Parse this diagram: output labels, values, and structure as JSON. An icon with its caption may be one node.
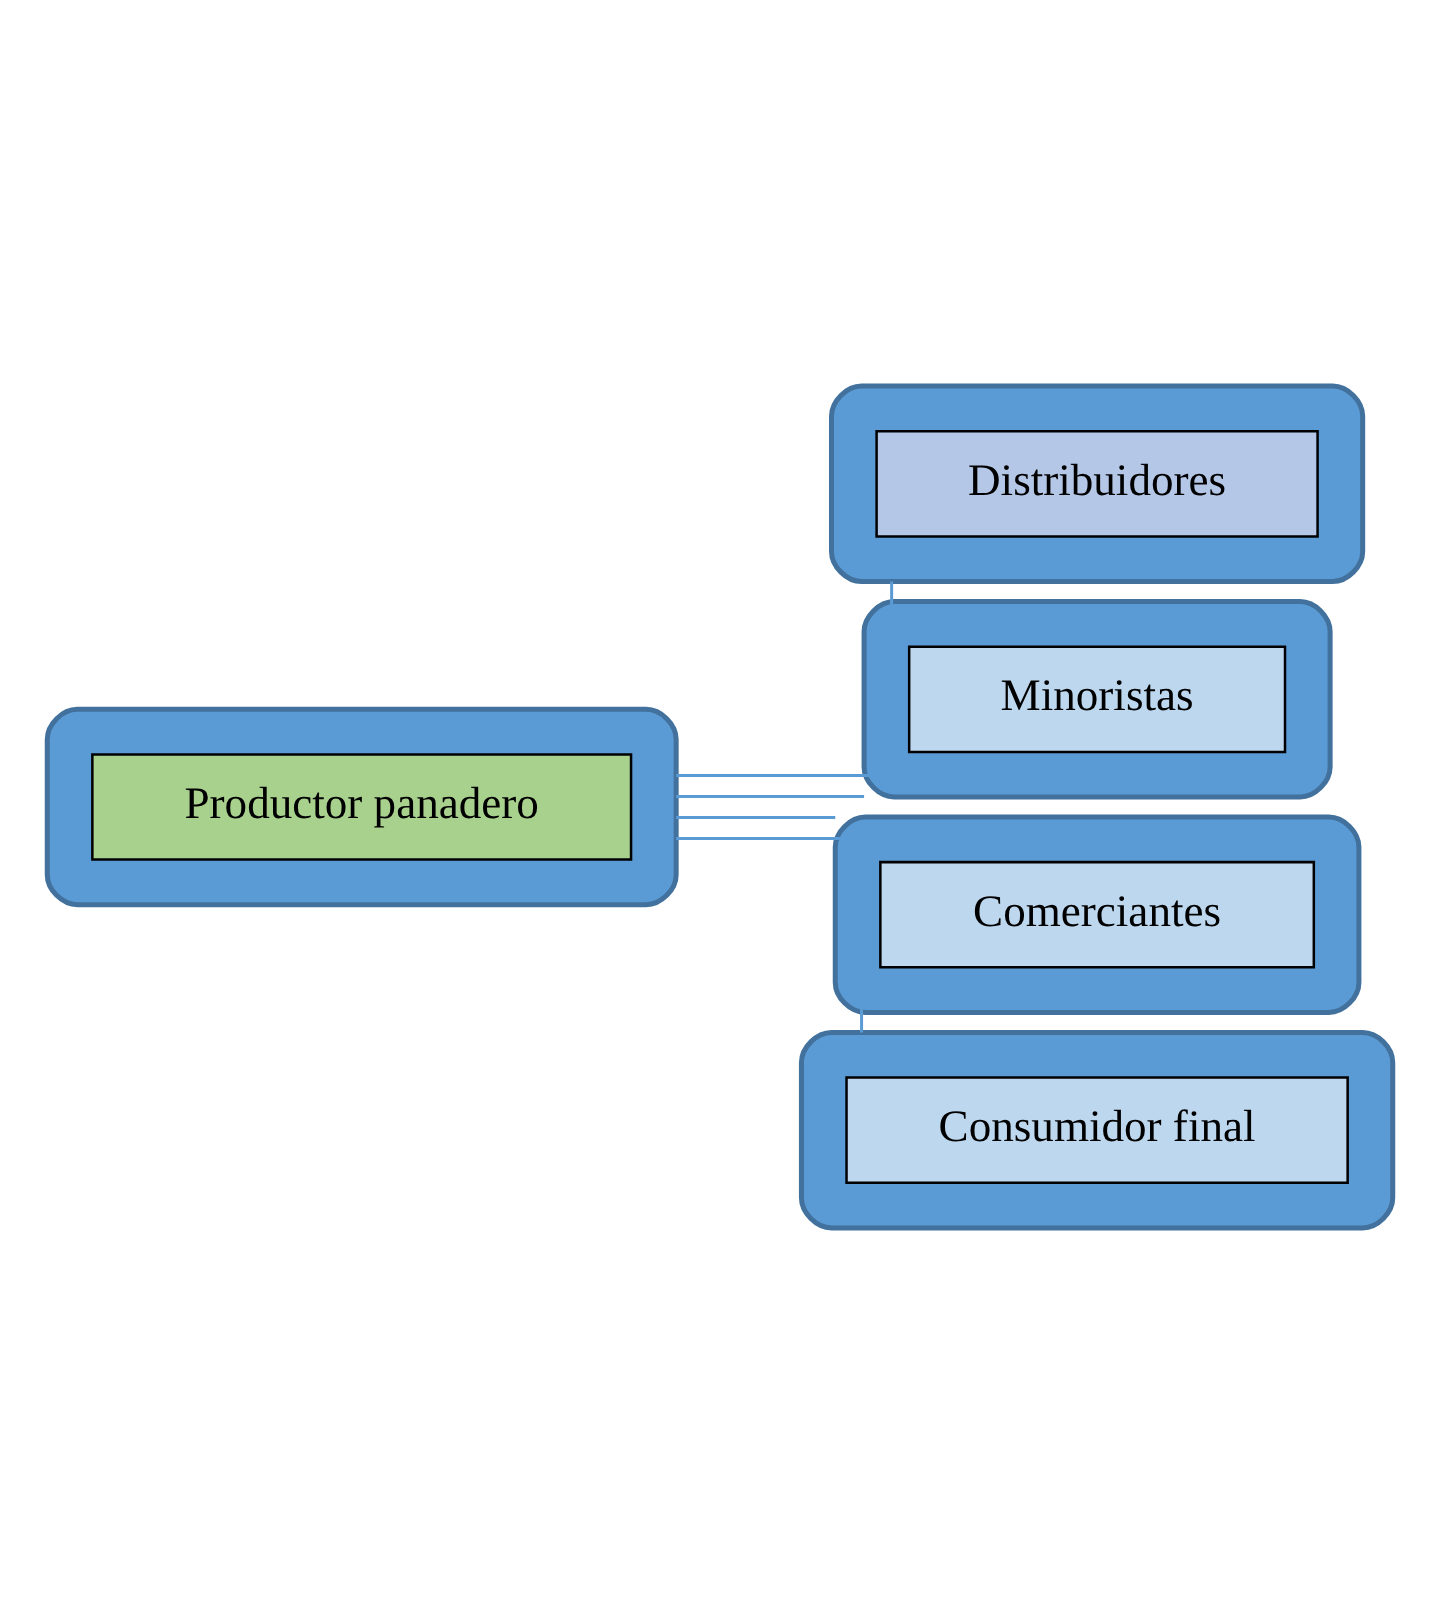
{
  "diagram": {
    "nodes": [
      {
        "text": [],
        "shape": "box"
      },
      {
        "text": [
          "Productor panadero"
        ],
        "in": 0
      },
      {
        "text": [],
        "shape": "box"
      },
      {
        "text": [
          "Distribuidores"
        ],
        "in": 2
      },
      {
        "text": [],
        "shape": "box"
      },
      {
        "text": [
          "Minoristas"
        ],
        "in": 4
      },
      {
        "text": [],
        "shape": "box"
      },
      {
        "text": [
          "Comerciantes"
        ],
        "in": 6
      },
      {
        "text": [],
        "shape": "box"
      },
      {
        "text": [
          "Consumidor final"
        ],
        "in": 8
      }
    ],
    "edges": [
      {
        "from": 0,
        "to": 2,
        "arrow": "none"
      },
      {
        "from": 0,
        "to": 4,
        "arrow": "none"
      },
      {
        "from": 0,
        "to": 6,
        "arrow": "none"
      },
      {
        "from": 0,
        "to": 8,
        "arrow": "none"
      }
    ]
  }
}
